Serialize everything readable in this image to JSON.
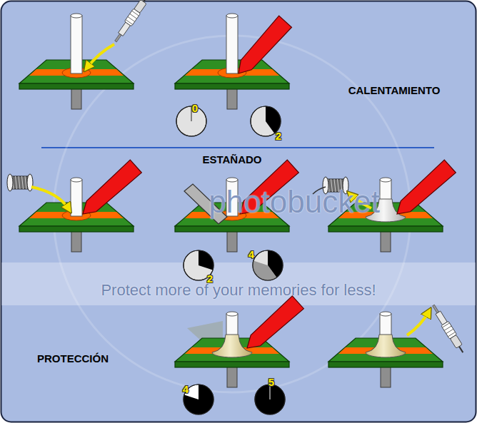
{
  "diagram": {
    "labels": [
      "CALENTAMIENTO",
      "0",
      "2",
      "ESTAÑADO",
      "photobucket",
      "2",
      "4",
      "Protect more of your memories for less!",
      "PROTECCIÓN",
      "4",
      "5"
    ]
  }
}
